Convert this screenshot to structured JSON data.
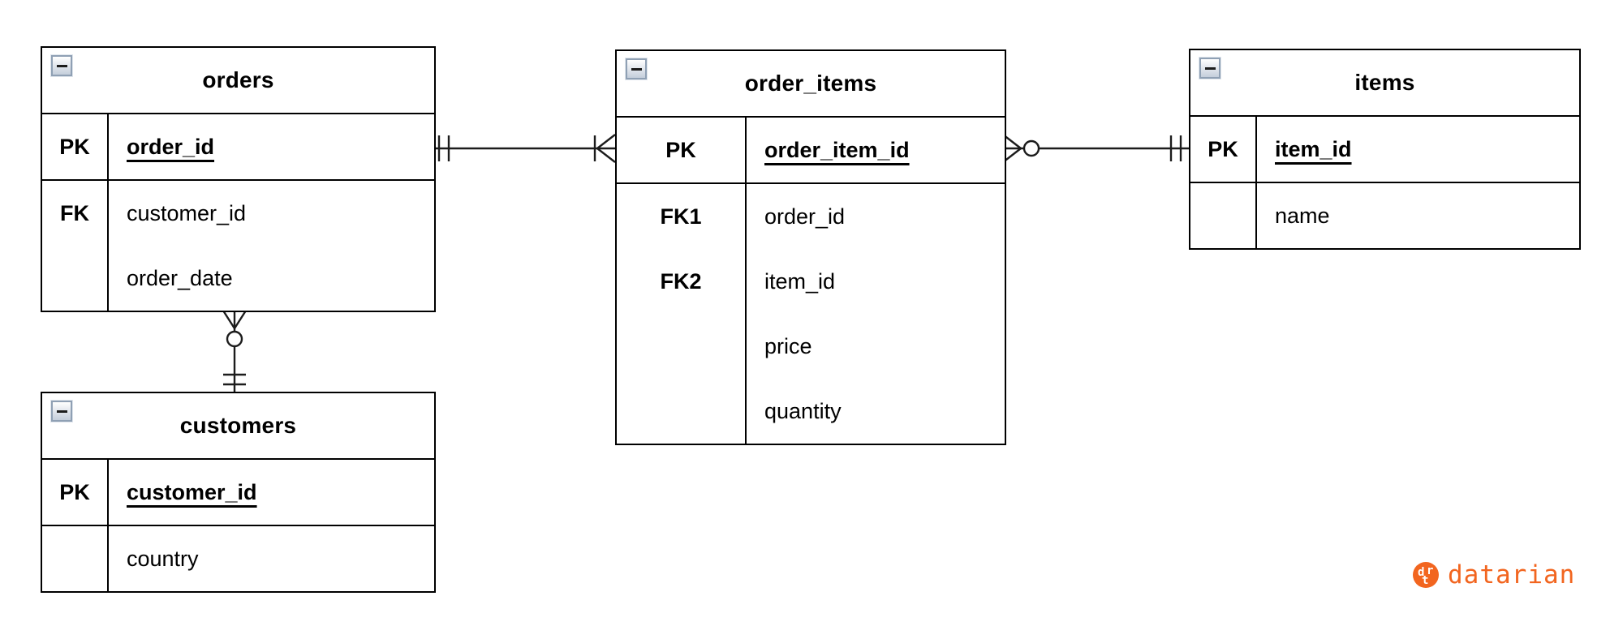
{
  "brand": {
    "wordmark": "datarian",
    "monogram_letters": [
      "d",
      "t",
      "r"
    ],
    "color": "#f2651f"
  },
  "icons": {
    "collapse": "minus-square"
  },
  "entities": [
    {
      "name": "orders",
      "title": "orders",
      "pk": {
        "key": "PK",
        "field": "order_id"
      },
      "attrs": [
        {
          "key": "FK",
          "field": "customer_id"
        },
        {
          "key": "",
          "field": "order_date"
        }
      ]
    },
    {
      "name": "order_items",
      "title": "order_items",
      "pk": {
        "key": "PK",
        "field": "order_item_id"
      },
      "attrs": [
        {
          "key": "FK1",
          "field": "order_id"
        },
        {
          "key": "FK2",
          "field": "item_id"
        },
        {
          "key": "",
          "field": "price"
        },
        {
          "key": "",
          "field": "quantity"
        }
      ]
    },
    {
      "name": "items",
      "title": "items",
      "pk": {
        "key": "PK",
        "field": "item_id"
      },
      "attrs": [
        {
          "key": "",
          "field": "name"
        }
      ]
    },
    {
      "name": "customers",
      "title": "customers",
      "pk": {
        "key": "PK",
        "field": "customer_id"
      },
      "attrs": [
        {
          "key": "",
          "field": "country"
        }
      ]
    }
  ],
  "relationships": [
    {
      "from": "orders",
      "to": "order_items",
      "from_end": "one-and-only-one",
      "to_end": "one-or-many",
      "from_symbol": "double-tick",
      "to_symbol": "tick-crow-foot"
    },
    {
      "from": "order_items",
      "to": "items",
      "from_end": "zero-or-many",
      "to_end": "one-and-only-one",
      "from_symbol": "crow-foot-circle",
      "to_symbol": "double-tick"
    },
    {
      "from": "customers",
      "to": "orders",
      "from_end": "one-and-only-one",
      "to_end": "zero-or-many",
      "from_symbol": "double-tick",
      "to_symbol": "crow-foot-circle"
    }
  ]
}
